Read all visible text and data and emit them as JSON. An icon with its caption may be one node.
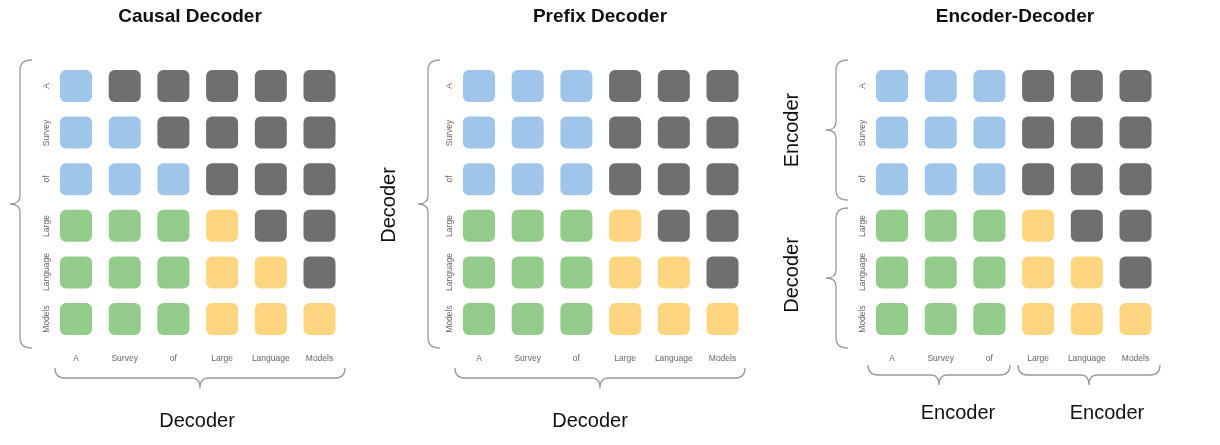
{
  "diagram": {
    "labels": [
      "Causal Decoder",
      "Prefix Decoder",
      "Encoder-Decoder",
      "A",
      "Survey",
      "of",
      "Large",
      "Language",
      "Models",
      "A",
      "Survey",
      "of",
      "Large",
      "Language",
      "Models",
      "Decoder",
      "Decoder",
      "A",
      "Survey",
      "of",
      "Large",
      "Language",
      "Models",
      "A",
      "Survey",
      "of",
      "Large",
      "Language",
      "Models",
      "Decoder",
      "Encoder",
      "Decoder",
      "A",
      "Survey",
      "of",
      "Large",
      "Language",
      "Models",
      "A",
      "Survey",
      "of",
      "Large",
      "Language",
      "Models",
      "Encoder",
      "Encoder"
    ]
  }
}
